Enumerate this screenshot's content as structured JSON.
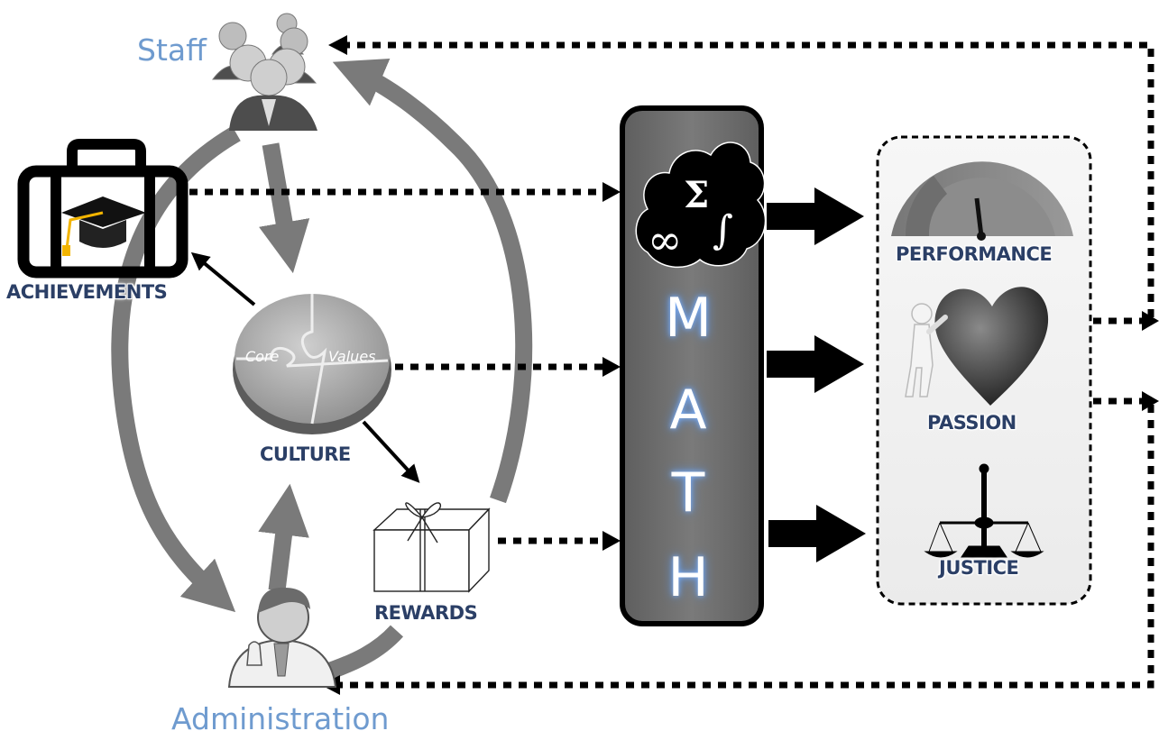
{
  "nodes": {
    "staff": "Staff",
    "administration": "Administration",
    "achievements": "ACHIEVEMENTS",
    "culture": "CULTURE",
    "core": "Core",
    "values": "Values",
    "rewards": "REWARDS"
  },
  "math": {
    "letters": [
      "M",
      "A",
      "T",
      "H"
    ]
  },
  "outcomes": {
    "performance": "PERFORMANCE",
    "passion": "PASSION",
    "justice": "JUSTICE"
  },
  "colors": {
    "cycle_arrow": "#7a7a7a",
    "label_blue": "#6f9bcf",
    "math_box": "#6b6b6b",
    "caps_text": "#2b3f66"
  },
  "icons": {
    "staff": "people-group-icon",
    "achievements": "briefcase-graduation-cap-icon",
    "culture": "puzzle-icon",
    "rewards": "gift-box-icon",
    "administration": "manager-person-icon",
    "math": "sigma-integral-infinity-cloud-icon",
    "performance": "gauge-icon",
    "passion": "heart-figure-icon",
    "justice": "scales-icon"
  }
}
